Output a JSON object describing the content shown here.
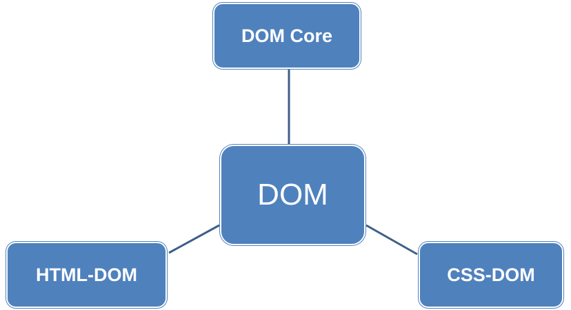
{
  "diagram": {
    "nodes": {
      "core": "DOM Core",
      "center": "DOM",
      "html": "HTML-DOM",
      "css": "CSS-DOM"
    }
  },
  "colors": {
    "node_fill": "#4f81bd",
    "connector": "#3d5e8a",
    "text": "#ffffff"
  }
}
